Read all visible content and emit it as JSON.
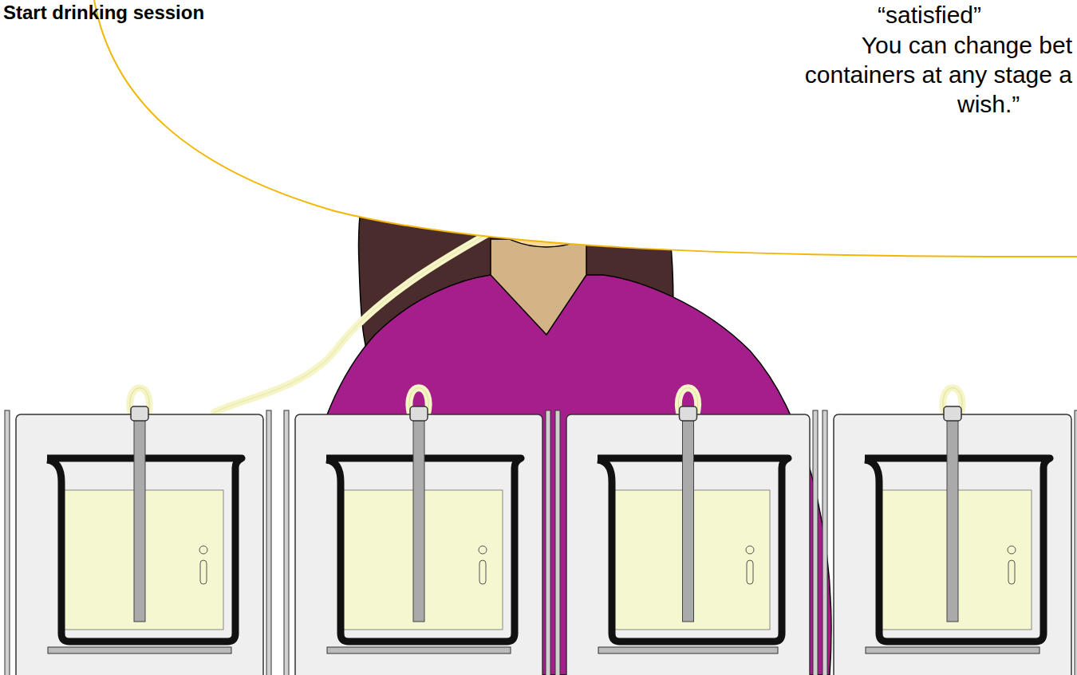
{
  "diagram": {
    "title": "Start drinking session",
    "nodes": [
      {
        "text": [
          "“satisfied”",
          "You can change bet",
          "containers at any stage a",
          "wish.”"
        ]
      }
    ]
  }
}
